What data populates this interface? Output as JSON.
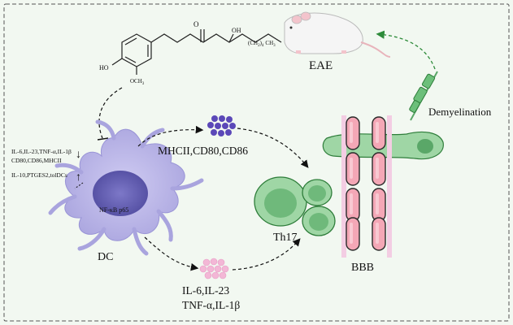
{
  "molecule": {
    "ho": "HO",
    "och3": "OCH",
    "och3_sub": "3",
    "ketone_o": "O",
    "oh": "OH",
    "chain": "(CH",
    "chain_sub": "2",
    "chain_tail": ")",
    "chain_sub2": "4",
    "ch3": "CH",
    "ch3_sub": "3"
  },
  "labels": {
    "eae": "EAE",
    "demyelination": "Demyelination",
    "markers_top": "MHCII,CD80,CD86",
    "dc": "DC",
    "nfkb": "NF-κB p65",
    "th17": "Th17",
    "bbb": "BBB",
    "cytokines_line1": "IL-6,IL-23",
    "cytokines_line2": "TNF-α,IL-1β"
  },
  "dc_effects": {
    "down_line1": "IL-6,IL-23,TNF-α,IL-1β",
    "down_line2": "CD80,CD86,MHCII",
    "up_line": "IL-10,PTGES2,tolDCs",
    "down_arrow": "↓",
    "up_arrow": "↑"
  },
  "colors": {
    "background": "#f2f8f1",
    "dc_cell": "#b9b5e6",
    "dc_nucleus": "#6a64b6",
    "purple_dots": "#5b48b8",
    "pink_dots": "#f3b7d6",
    "th17_fill": "#9fd6a5",
    "th17_stroke": "#2e7d3a",
    "bbb_cell": "#f4a7b6",
    "arrow_green": "#2e8b3a"
  }
}
